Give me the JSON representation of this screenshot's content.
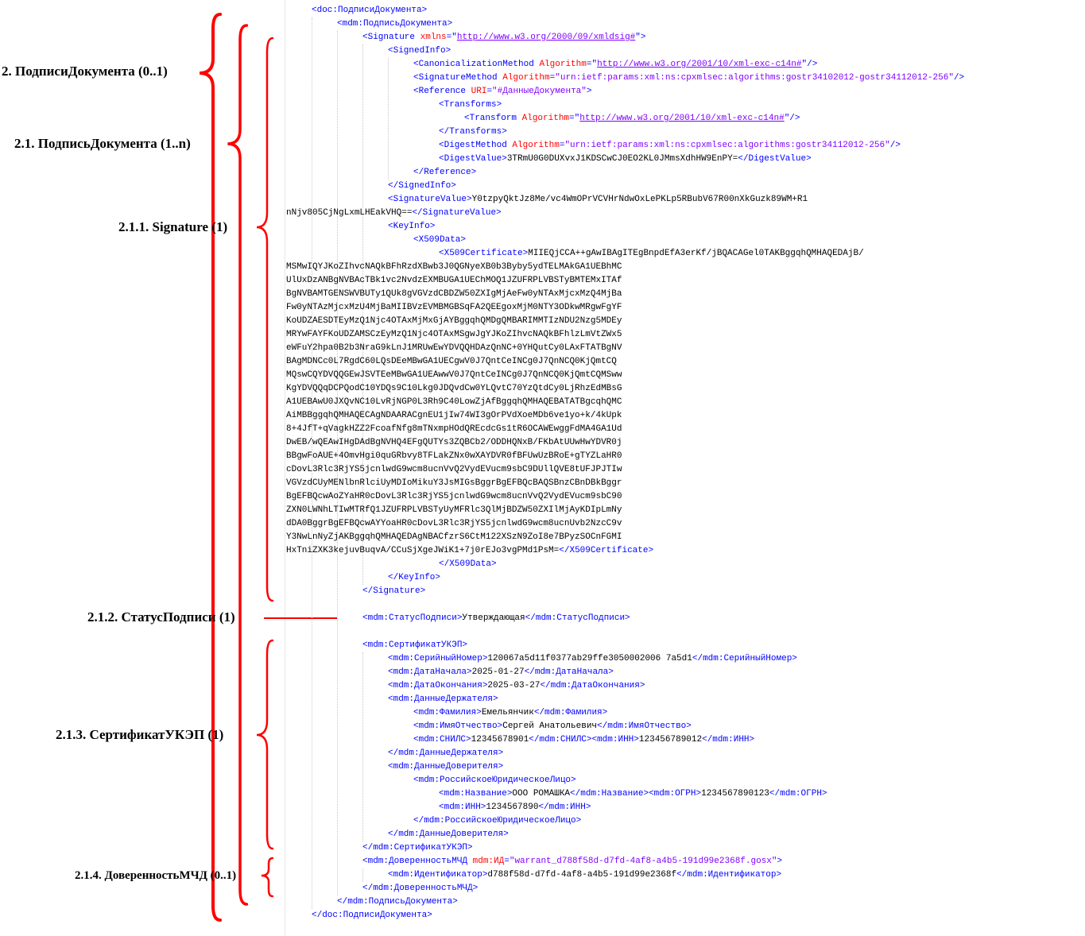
{
  "labels": {
    "podpisi_dokumenta": "2. ПодписиДокумента (0..1)",
    "podpis_dokumenta": "2.1. ПодписьДокумента (1..n)",
    "signature": "2.1.1. Signature (1)",
    "status_podpisi": "2.1.2. СтатусПодписи (1)",
    "sertifikat_ukep": "2.1.3. СертификатУКЭП (1)",
    "doverennost_mchd": "2.1.4. ДоверенностьМЧД (0..1)"
  },
  "colors": {
    "bracket": "#ff0000",
    "tag": "#0000ff",
    "attribute": "#ff0000",
    "value": "#8000ff",
    "text": "#000000"
  },
  "xml": {
    "podpisi_open": "<doc:ПодписиДокумента>",
    "podpis_open": "<mdm:ПодписьДокумента>",
    "signature_open_tag": "<Signature ",
    "signature_xmlns_attr": "xmlns",
    "signature_xmlns_eq": "=\"",
    "signature_xmlns_url": "http://www.w3.org/2000/09/xmldsig#",
    "signature_xmlns_close": "\">",
    "signedinfo_open": "<SignedInfo>",
    "canon_open_tag": "<CanonicalizationMethod ",
    "algorithm_attr": "Algorithm",
    "eq_quote": "=\"",
    "canon_url": "http://www.w3.org/2001/10/xml-exc-c14n#",
    "quote_selfclose": "\"/>",
    "sigmethod_open_tag": "<SignatureMethod ",
    "sigmethod_value": "\"urn:ietf:params:xml:ns:cpxmlsec:algorithms:gostr34102012-gostr34112012-256\"",
    "selfclose": "/>",
    "reference_open_tag": "<Reference ",
    "uri_attr": "URI",
    "eq": "=",
    "reference_value": "\"#ДанныеДокумента\"",
    "gt": ">",
    "transforms_open": "<Transforms>",
    "transform_open_tag": "<Transform ",
    "transform_url": "http://www.w3.org/2001/10/xml-exc-c14n#",
    "transforms_close": "</Transforms>",
    "digestmethod_open_tag": "<DigestMethod ",
    "digestmethod_value": "\"urn:ietf:params:xml:ns:cpxmlsec:algorithms:gostr34112012-256\"",
    "digestvalue_open": "<DigestValue>",
    "digestvalue_text": "3TRmU0G0DUXvxJ1KDSCwCJ0EO2KL0JMmsXdhHW9EnPY=",
    "digestvalue_close": "</DigestValue>",
    "reference_close": "</Reference>",
    "signedinfo_close": "</SignedInfo>",
    "sigvalue_open": "<SignatureValue>",
    "sigvalue_text_1": "Y0tzpyQktJz8Me/vc4WmOPrVCVHrNdwOxLePKLp5RBubV67R00nXkGuzk89WM+R1",
    "sigvalue_text_2": "nNjv805CjNgLxmLHEakVHQ==",
    "sigvalue_close": "</SignatureValue>",
    "keyinfo_open": "<KeyInfo>",
    "x509data_open": "<X509Data>",
    "x509cert_open": "<X509Certificate>",
    "cert_first": "MIIEQjCCA++gAwIBAgITEgBnpdEfA3erKf/jBQACAGel0TAKBggqhQMHAQEDAjB/",
    "cert_lines": [
      "MSMwIQYJKoZIhvcNAQkBFhRzdXBwb3J0QGNyeXB0b3Byby5ydTELMAkGA1UEBhMC",
      "UlUxDzANBgNVBAcTBk1vc2NvdzEXMBUGA1UEChMOQ1JZUFRPLVBSTyBMTEMxITAf",
      "BgNVBAMTGENSWVBUTy1QUk8gVGVzdCBDZW50ZXIgMjAeFw0yNTAxMjcxMzQ4MjBa",
      "Fw0yNTAzMjcxMzU4MjBaMIIBVzEVMBMGBSqFA2QEEgoxMjM0NTY3ODkwMRgwFgYF",
      "KoUDZAESDTEyMzQ1Njc4OTAxMjMxGjAYBggqhQMDgQMBARIMMTIzNDU2Nzg5MDEy",
      "MRYwFAYFKoUDZAMSCzEyMzQ1Njc4OTAxMSgwJgYJKoZIhvcNAQkBFhlzLmVtZWx5",
      "eWFuY2hpa0B2b3NraG9kLnJ1MRUwEwYDVQQHDAzQnNC+0YHQutCy0LAxFTATBgNV",
      "BAgMDNCc0L7RgdC60LQsDEeMBwGA1UECgwV0J7QntCeINCg0J7QnNCQ0KjQmtCQ",
      "MQswCQYDVQQGEwJSVTEeMBwGA1UEAwwV0J7QntCeINCg0J7QnNCQ0KjQmtCQMSww",
      "KgYDVQQqDCPQodC10YDQs9C10Lkg0JDQvdCw0YLQvtC70YzQtdCy0LjRhzEdMBsG",
      "A1UEBAwU0JXQvNC10LvRjNGP0L3Rh9C40LowZjAfBggqhQMHAQEBATATBgcqhQMC",
      "AiMBBggqhQMHAQECAgNDAARACgnEU1jIw74WI3gOrPVdXoeMDb6ve1yo+k/4kUpk",
      "8+4JfT+qVagkHZZ2FcoafNfg8mTNxmpHOdQREcdcGs1tR6OCAWEwggFdMA4GA1Ud",
      "DwEB/wQEAwIHgDAdBgNVHQ4EFgQUTYs3ZQBCb2/ODDHQNxB/FKbAtUUwHwYDVR0j",
      "BBgwFoAUE+4OmvHgi0quGRbvy8TFLakZNx0wXAYDVR0fBFUwUzBRoE+gTYZLaHR0",
      "cDovL3Rlc3RjYS5jcnlwdG9wcm8ucnVvQ2VydEVucm9sbC9DUllQVE8tUFJPJTIw",
      "VGVzdCUyMENlbnRlciUyMDIoMikuY3JsMIGsBggrBgEFBQcBAQSBnzCBnDBkBggr",
      "BgEFBQcwAoZYaHR0cDovL3Rlc3RjYS5jcnlwdG9wcm8ucnVvQ2VydEVucm9sbC90",
      "ZXN0LWNhLTIwMTRfQ1JZUFRPLVBSTyUyMFRlc3QlMjBDZW50ZXIlMjAyKDIpLmNy",
      "dDA0BggrBgEFBQcwAYYoaHR0cDovL3Rlc3RjYS5jcnlwdG9wcm8ucnUvb2NzcC9v",
      "Y3NwLnNyZjAKBggqhQMHAQEDAgNBACfzrS6CtM122XSzN9ZoI8e7BPyzSOCnFGMI"
    ],
    "cert_last": "HxTniZXK3kejuvBuqvA/CCuSjXgeJWiK1+7j0rEJo3vgPMd1PsM=",
    "x509cert_close": "</X509Certificate>",
    "x509data_close": "</X509Data>",
    "keyinfo_close": "</KeyInfo>",
    "signature_close": "</Signature>",
    "status_open": "<mdm:СтатусПодписи>",
    "status_text": "Утверждающая",
    "status_close": "</mdm:СтатусПодписи>",
    "ukep_open": "<mdm:СертификатУКЭП>",
    "serial_open": "<mdm:СерийныйНомер>",
    "serial_text": "120067a5d11f0377ab29ffe3050002006 7a5d1",
    "serial_close": "</mdm:СерийныйНомер>",
    "start_open": "<mdm:ДатаНачала>",
    "start_text": "2025-01-27",
    "start_close": "</mdm:ДатаНачала>",
    "end_open": "<mdm:ДатаОкончания>",
    "end_text": "2025-03-27",
    "end_close": "</mdm:ДатаОкончания>",
    "holder_open": "<mdm:ДанныеДержателя>",
    "surname_open": "<mdm:Фамилия>",
    "surname_text": "Емельянчик",
    "surname_close": "</mdm:Фамилия>",
    "name_open": "<mdm:ИмяОтчество>",
    "name_text": "Сергей Анатольевич",
    "name_close": "</mdm:ИмяОтчество>",
    "snils_open": "<mdm:СНИЛС>",
    "snils_text": "12345678901",
    "snils_close": "</mdm:СНИЛС>",
    "inn_open": "<mdm:ИНН>",
    "inn_person_text": "123456789012",
    "inn_close": "</mdm:ИНН>",
    "holder_close": "</mdm:ДанныеДержателя>",
    "trustor_open": "<mdm:ДанныеДоверителя>",
    "legal_open": "<mdm:РоссийскоеЮридическоеЛицо>",
    "org_name_open": "<mdm:Название>",
    "org_name_text": "ООО РОМАШКА",
    "org_name_close": "</mdm:Название>",
    "ogrn_open": "<mdm:ОГРН>",
    "ogrn_text": "1234567890123",
    "ogrn_close": "</mdm:ОГРН>",
    "inn_org_text": "1234567890",
    "legal_close": "</mdm:РоссийскоеЮридическоеЛицо>",
    "trustor_close": "</mdm:ДанныеДоверителя>",
    "ukep_close": "</mdm:СертификатУКЭП>",
    "mchd_open_tag": "<mdm:ДоверенностьМЧД ",
    "mchd_id_attr": "mdm:ИД",
    "mchd_id_value": "\"warrant_d788f58d-d7fd-4af8-a4b5-191d99e2368f.gosx\"",
    "ident_open": "<mdm:Идентификатор>",
    "ident_text": "d788f58d-d7fd-4af8-a4b5-191d99e2368f",
    "ident_close": "</mdm:Идентификатор>",
    "mchd_close": "</mdm:ДоверенностьМЧД>",
    "podpis_close": "</mdm:ПодписьДокумента>",
    "podpisi_close": "</doc:ПодписиДокумента>"
  }
}
